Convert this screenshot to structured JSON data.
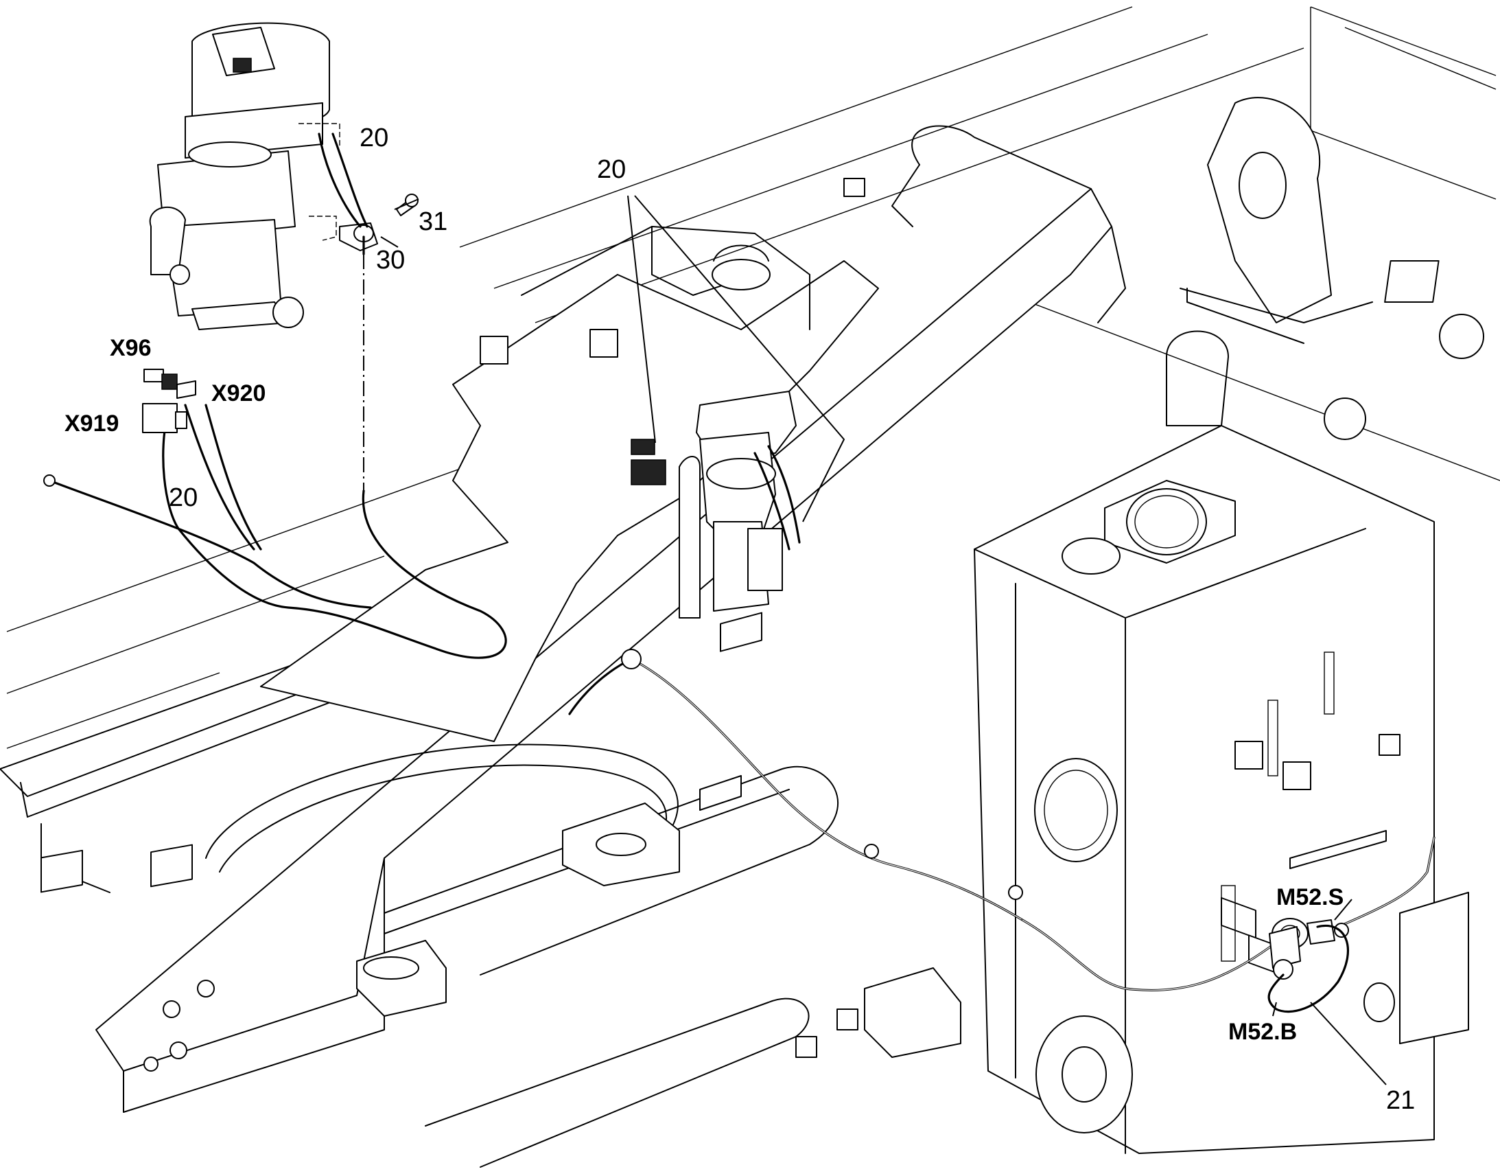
{
  "callouts": {
    "c20_top": "20",
    "c31": "31",
    "c30": "30",
    "c20_mid": "20",
    "c20_left": "20",
    "c21": "21"
  },
  "connectors": {
    "x96": "X96",
    "x920": "X920",
    "x919": "X919",
    "m52s": "M52.S",
    "m52b": "M52.B"
  }
}
